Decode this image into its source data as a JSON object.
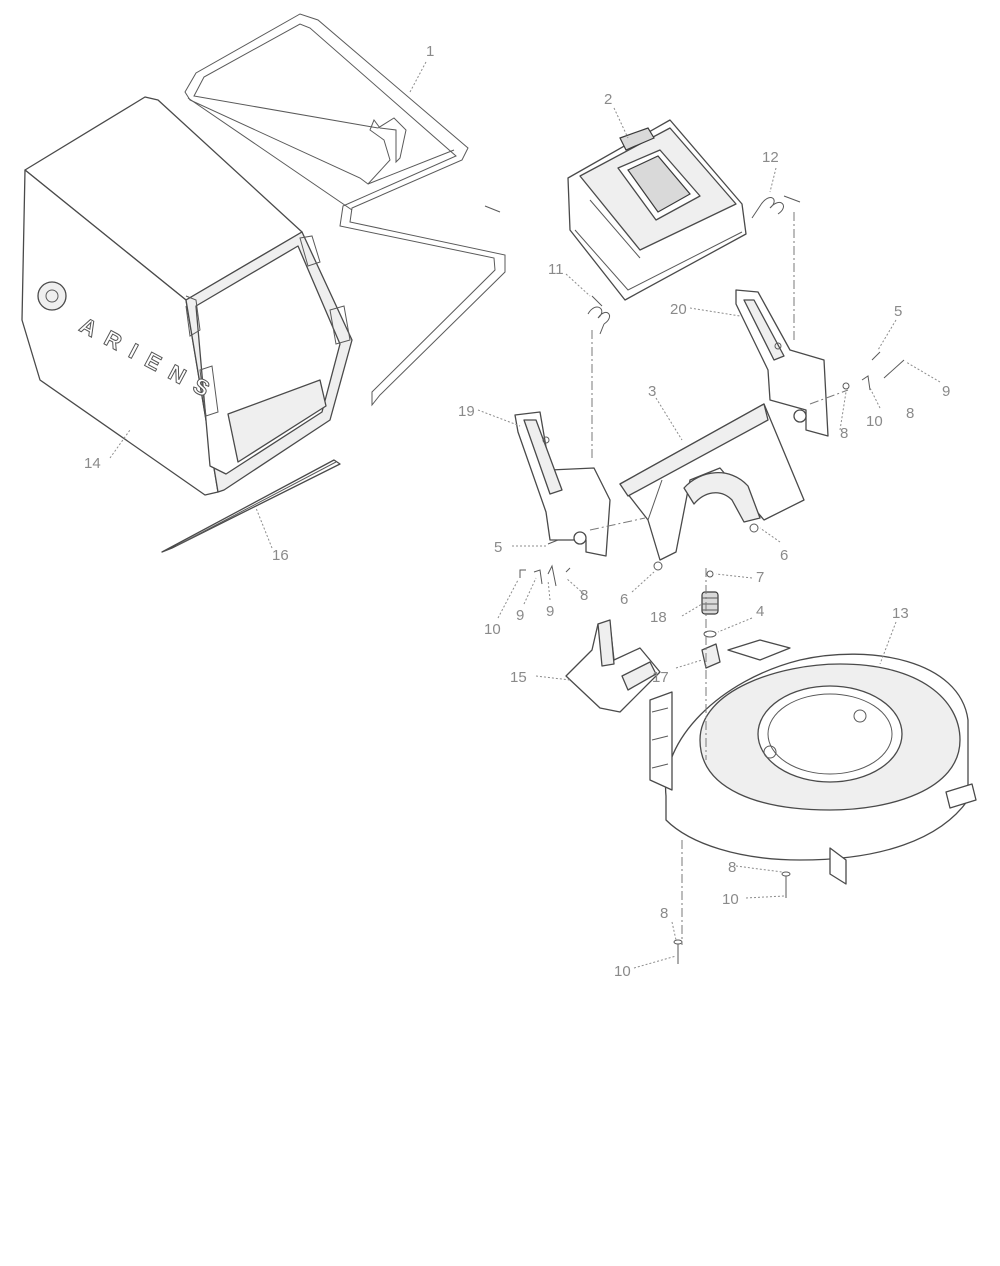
{
  "bag_brand": "ARIENS",
  "callouts": [
    {
      "id": "c1",
      "label": "1"
    },
    {
      "id": "c2",
      "label": "2"
    },
    {
      "id": "c3",
      "label": "3"
    },
    {
      "id": "c4",
      "label": "4"
    },
    {
      "id": "c5a",
      "label": "5"
    },
    {
      "id": "c5b",
      "label": "5"
    },
    {
      "id": "c6a",
      "label": "6"
    },
    {
      "id": "c6b",
      "label": "6"
    },
    {
      "id": "c7",
      "label": "7"
    },
    {
      "id": "c8a",
      "label": "8"
    },
    {
      "id": "c8b",
      "label": "8"
    },
    {
      "id": "c8c",
      "label": "8"
    },
    {
      "id": "c8d",
      "label": "8"
    },
    {
      "id": "c8e",
      "label": "8"
    },
    {
      "id": "c9a",
      "label": "9"
    },
    {
      "id": "c9b",
      "label": "9"
    },
    {
      "id": "c9c",
      "label": "9"
    },
    {
      "id": "c10a",
      "label": "10"
    },
    {
      "id": "c10b",
      "label": "10"
    },
    {
      "id": "c10c",
      "label": "10"
    },
    {
      "id": "c10d",
      "label": "10"
    },
    {
      "id": "c11",
      "label": "11"
    },
    {
      "id": "c12",
      "label": "12"
    },
    {
      "id": "c13",
      "label": "13"
    },
    {
      "id": "c14",
      "label": "14"
    },
    {
      "id": "c15",
      "label": "15"
    },
    {
      "id": "c16",
      "label": "16"
    },
    {
      "id": "c17",
      "label": "17"
    },
    {
      "id": "c18",
      "label": "18"
    },
    {
      "id": "c19",
      "label": "19"
    },
    {
      "id": "c20",
      "label": "20"
    }
  ]
}
